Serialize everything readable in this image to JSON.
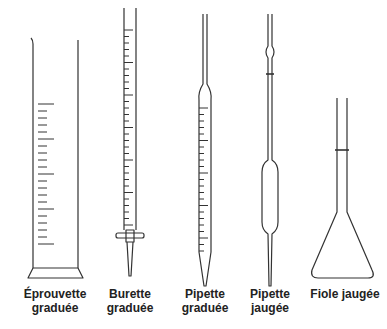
{
  "diagram": {
    "labels": [
      "Éprouvette graduée",
      "Burette graduée",
      "Pipette graduée",
      "Pipette jaugée",
      "Fiole jaugée"
    ]
  }
}
